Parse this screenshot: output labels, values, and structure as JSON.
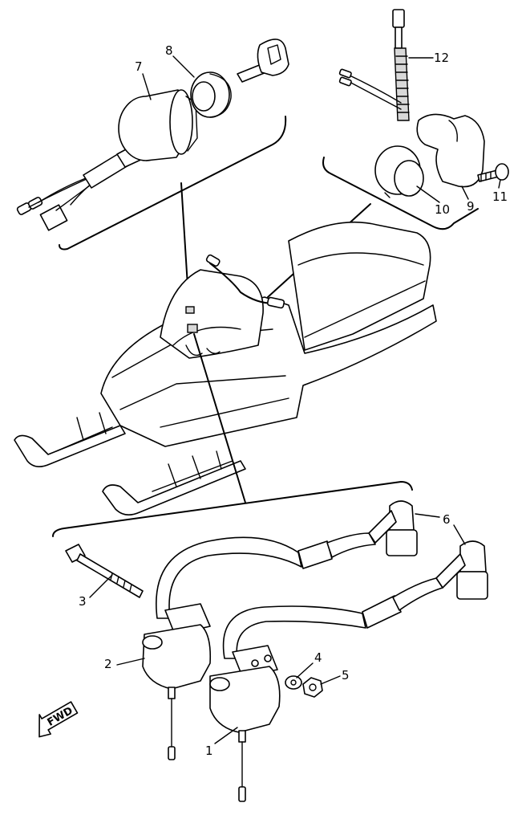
{
  "callouts": [
    {
      "id": "1",
      "label": "1"
    },
    {
      "id": "2",
      "label": "2"
    },
    {
      "id": "3",
      "label": "3"
    },
    {
      "id": "4",
      "label": "4"
    },
    {
      "id": "5",
      "label": "5"
    },
    {
      "id": "6",
      "label": "6"
    },
    {
      "id": "7",
      "label": "7"
    },
    {
      "id": "8",
      "label": "8"
    },
    {
      "id": "9",
      "label": "9"
    },
    {
      "id": "10",
      "label": "10"
    },
    {
      "id": "11",
      "label": "11"
    },
    {
      "id": "12",
      "label": "12"
    }
  ],
  "direction_marker": "FWD"
}
